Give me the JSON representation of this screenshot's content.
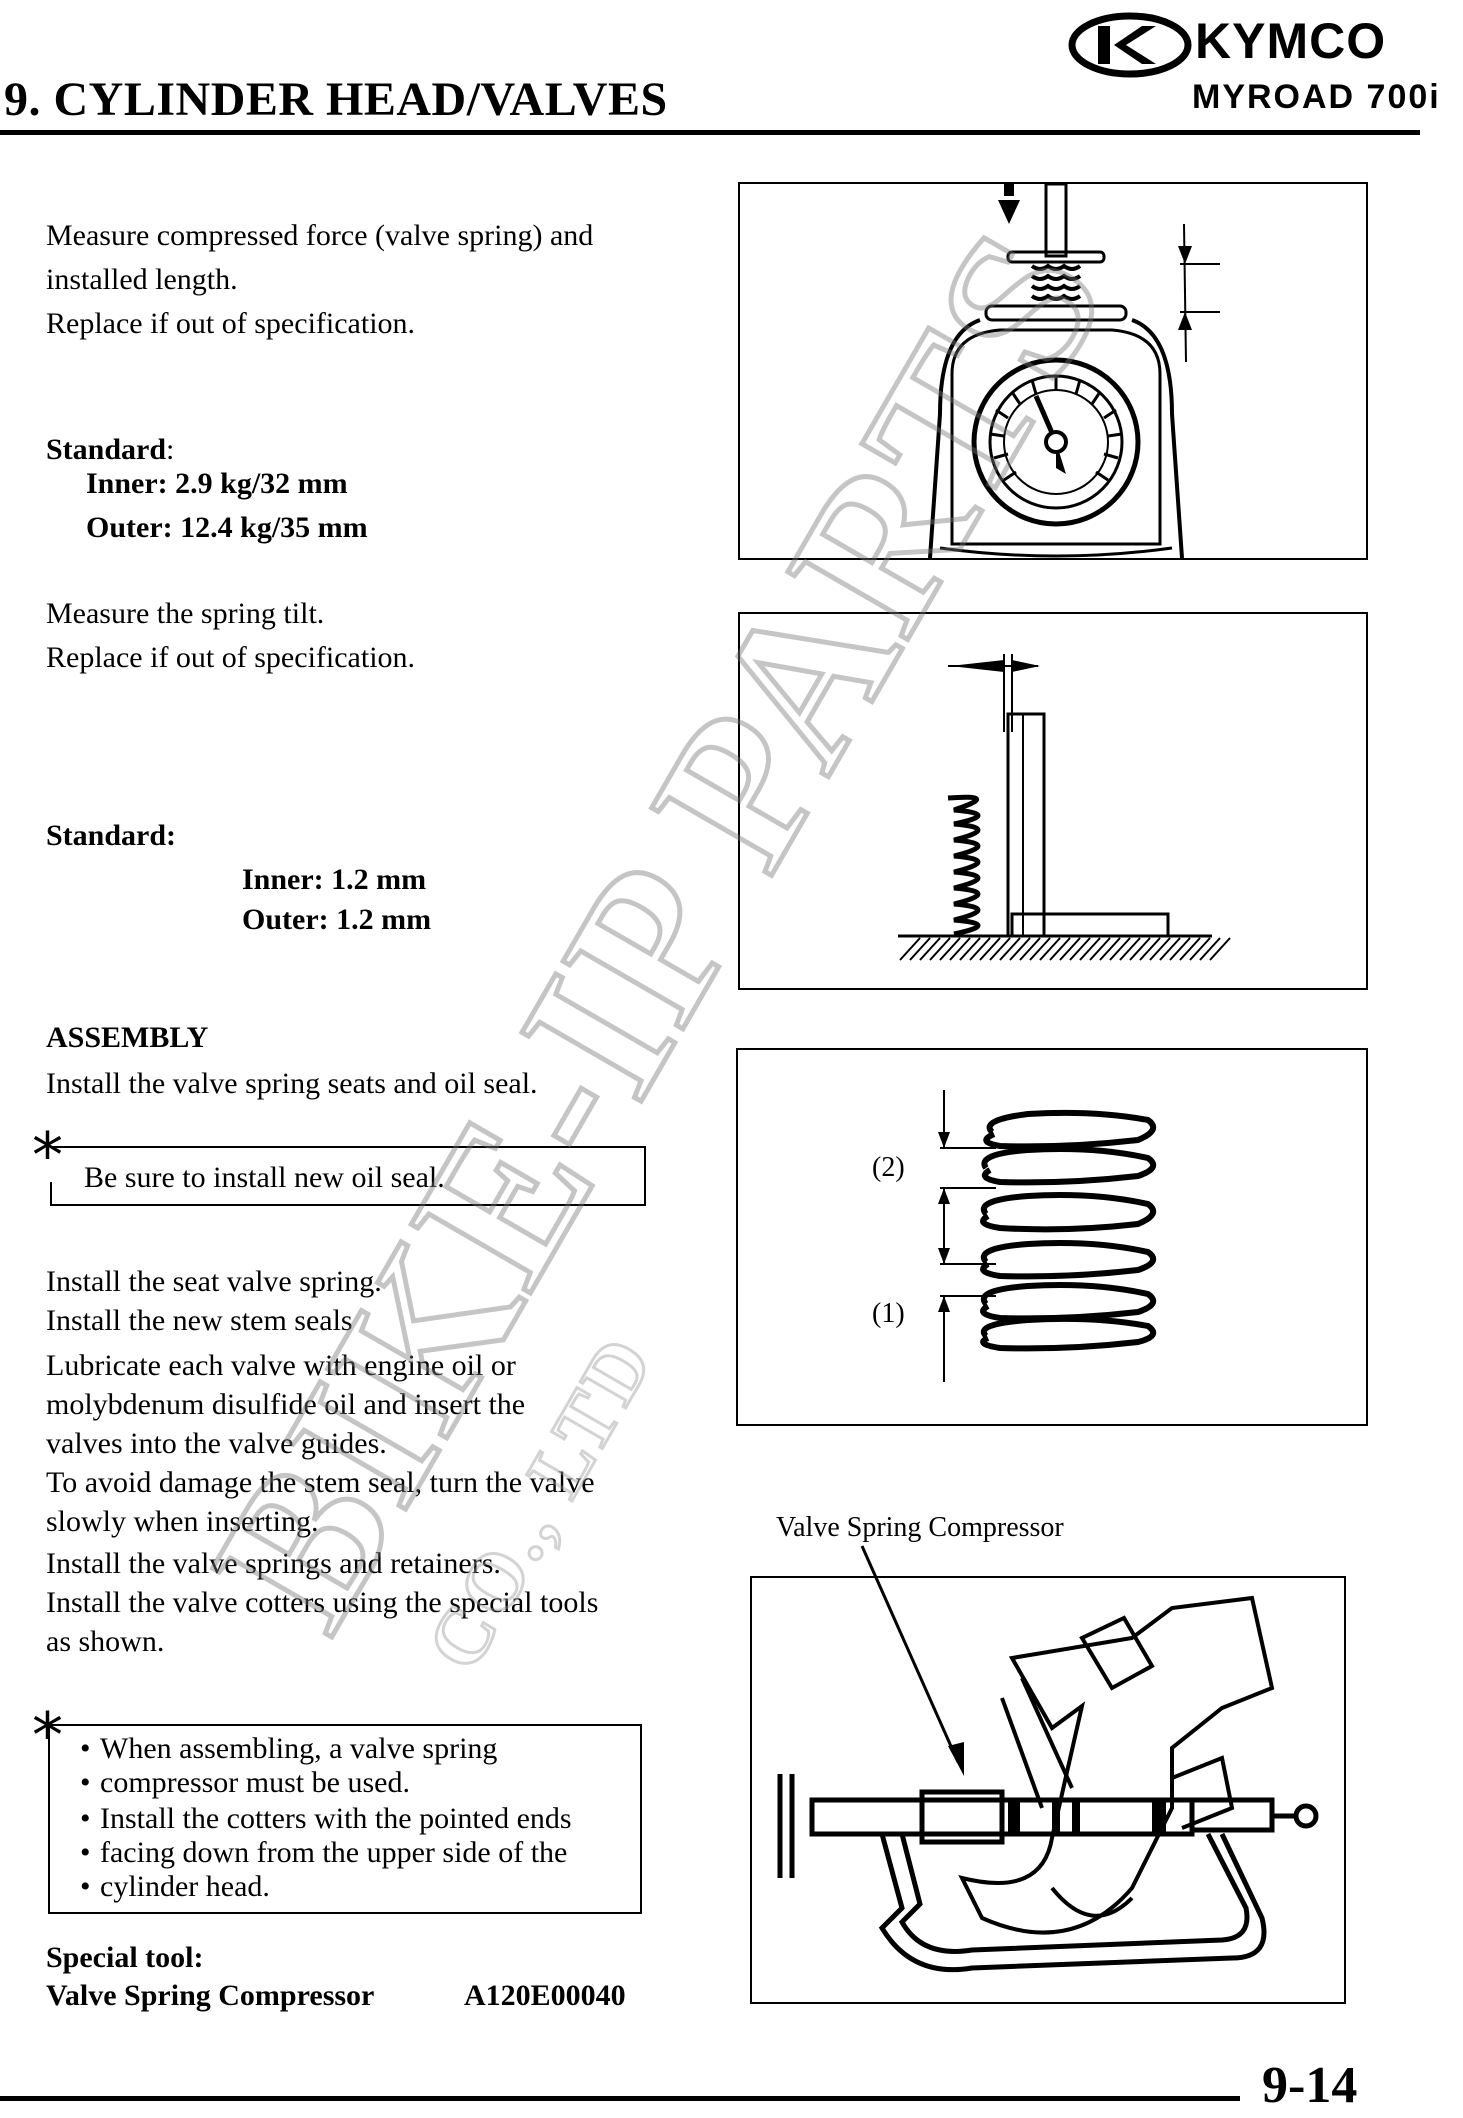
{
  "header": {
    "section_title": "9. CYLINDER HEAD/VALVES",
    "brand": "KYMCO",
    "model": "MYROAD 700i"
  },
  "block1": {
    "line1": "Measure compressed force (valve spring) and",
    "line2": "installed length.",
    "line3": "Replace if out of specification."
  },
  "standard1": {
    "label": "Standard",
    "colon": ":",
    "inner": "Inner: 2.9 kg/32 mm",
    "outer": "Outer: 12.4 kg/35 mm"
  },
  "block2": {
    "line1": "Measure the spring tilt.",
    "line2": "Replace if out of specification."
  },
  "standard2": {
    "label": "Standard:",
    "inner": "Inner: 1.2 mm",
    "outer": "Outer: 1.2 mm"
  },
  "assembly": {
    "heading": "ASSEMBLY",
    "line1": "Install the valve spring seats and oil seal."
  },
  "note1": {
    "star": "*",
    "text": "Be sure to install new oil seal."
  },
  "block3": {
    "line1": "Install the seat valve spring.",
    "line2": "Install the new stem seals",
    "line3": "Lubricate each valve with engine oil or",
    "line4": "molybdenum disulfide oil and insert the",
    "line5": "valves into the valve guides.",
    "line6": "To avoid damage the stem seal, turn the valve",
    "line7": "slowly when inserting.",
    "line8": "Install the valve springs and retainers.",
    "line9": "Install the valve cotters using the special tools",
    "line10": "as shown."
  },
  "note2": {
    "star": "*",
    "items": [
      "When assembling, a valve spring",
      "compressor must be used.",
      "Install the cotters with the pointed ends",
      "facing down from the upper side of the",
      "cylinder head."
    ]
  },
  "special_tool": {
    "label": "Special tool:",
    "name": "Valve Spring Compressor",
    "code": "A120E00040"
  },
  "figure3": {
    "callout_2": "(2)",
    "callout_1": "(1)"
  },
  "figure4": {
    "caption": "Valve Spring Compressor"
  },
  "watermark": {
    "main": "BIKE-IP PARTS",
    "sub": "CO., LTD"
  },
  "footer": {
    "page_number": "9-14"
  }
}
